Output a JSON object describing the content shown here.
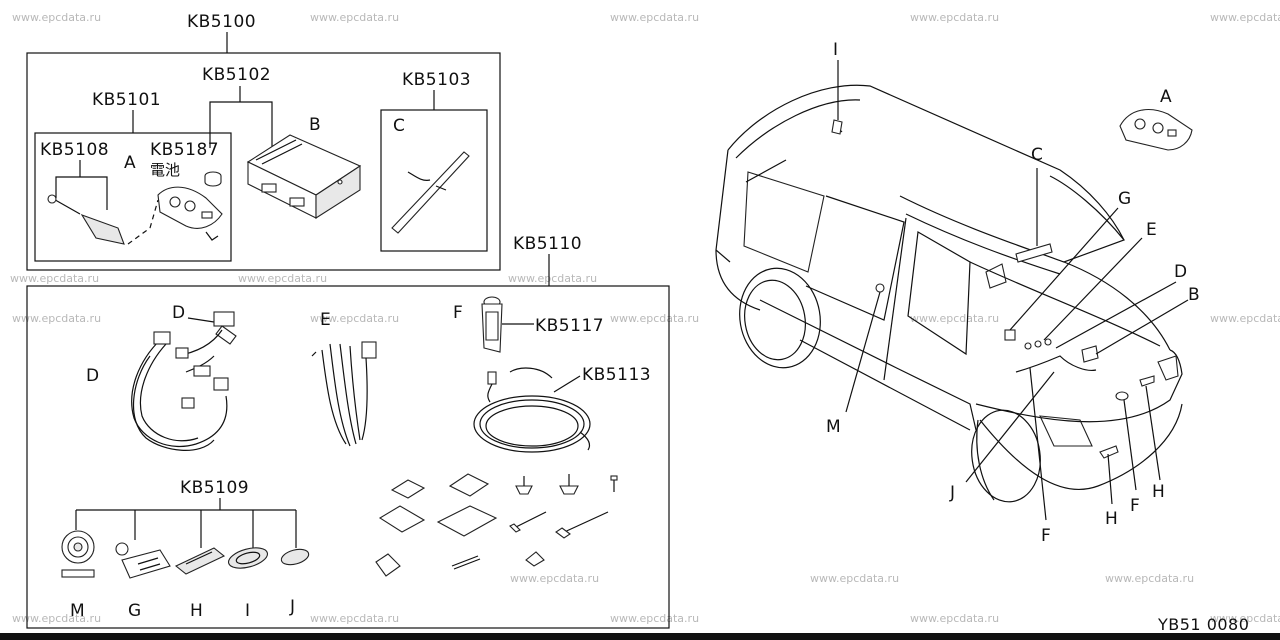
{
  "watermark": "www.epcdata.ru",
  "diagram_id": "YB51 0080",
  "codes": {
    "kb5100": "KB5100",
    "kb5101": "KB5101",
    "kb5102": "KB5102",
    "kb5103": "KB5103",
    "kb5108": "KB5108",
    "kb5187": "KB5187",
    "kb5110": "KB5110",
    "kb5117": "KB5117",
    "kb5113": "KB5113",
    "kb5109": "KB5109"
  },
  "battery_label": "電池",
  "letters": {
    "a": "A",
    "b": "B",
    "c": "C",
    "d": "D",
    "e": "E",
    "f": "F",
    "g": "G",
    "h": "H",
    "i": "I",
    "j": "J",
    "m": "M"
  }
}
